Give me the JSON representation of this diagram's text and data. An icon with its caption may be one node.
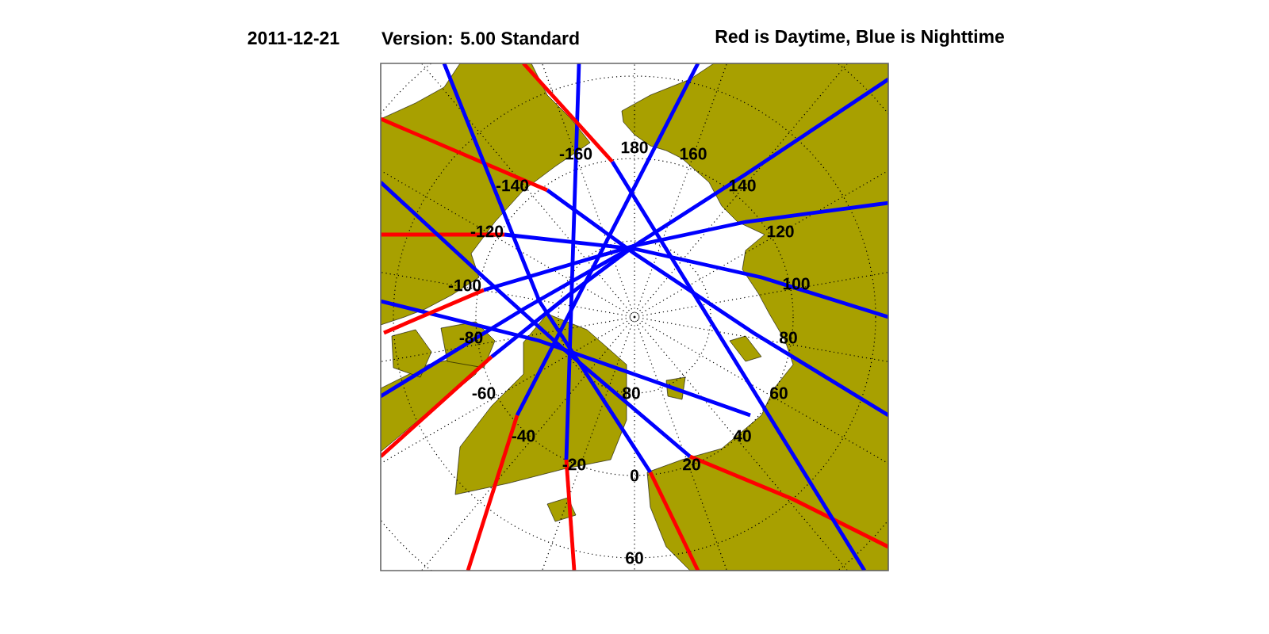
{
  "diagram": {
    "labels": [
      "2011-12-21",
      "Version: 5.00  Standard",
      "Red is Daytime, Blue is Nighttime",
      "180",
      "-160",
      "160",
      "-140",
      "140",
      "-120",
      "120",
      "-100",
      "100",
      "-80",
      "80",
      "-60",
      "80",
      "60",
      "-40",
      "40",
      "-20",
      "20",
      "0",
      "60"
    ]
  }
}
